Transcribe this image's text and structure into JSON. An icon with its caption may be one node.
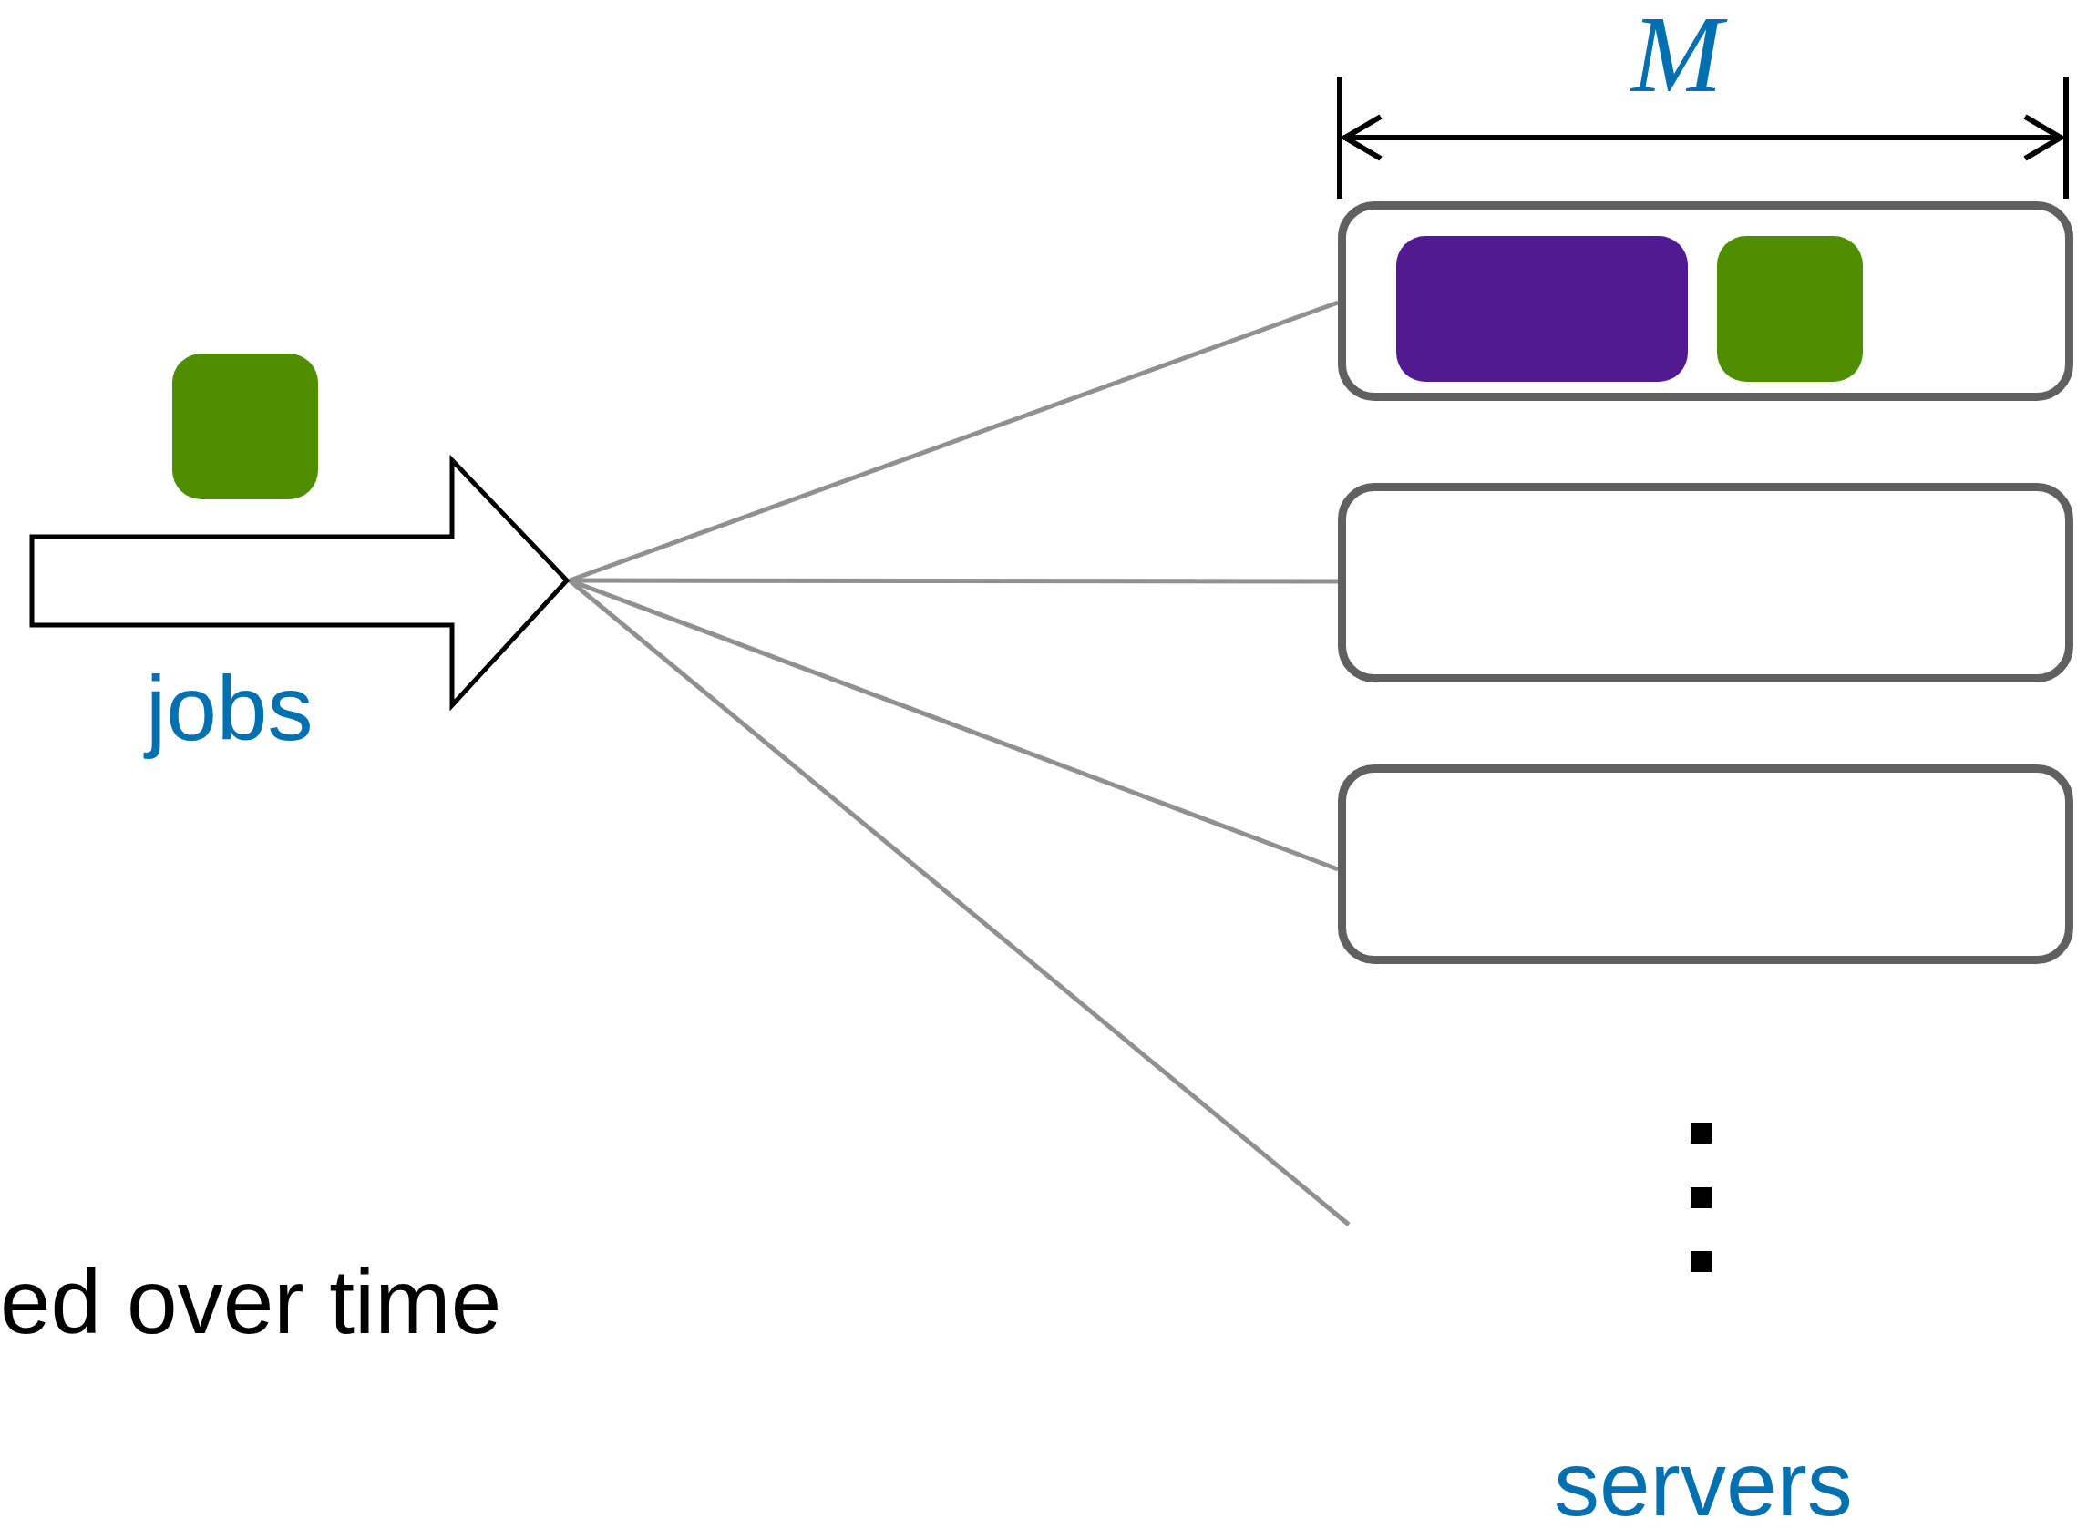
{
  "diagram": {
    "nodes": [
      {
        "text": [],
        "shape": "box"
      },
      {
        "text": [],
        "shape": "box",
        "in": 0
      },
      {
        "text": [],
        "shape": "box",
        "in": 0
      },
      {
        "text": [],
        "shape": "box"
      },
      {
        "text": [],
        "shape": "arrow",
        "beside": [
          "jobs"
        ]
      },
      {
        "text": [],
        "shape": "box"
      },
      {
        "text": [],
        "shape": "box"
      }
    ],
    "edges": [
      {
        "from": 4,
        "to": 0,
        "arrow": "none"
      },
      {
        "from": 4,
        "to": 5,
        "arrow": "none"
      },
      {
        "from": 4,
        "to": 6,
        "arrow": "none"
      },
      {
        "from": 4,
        "to": null,
        "arrow": "none"
      }
    ],
    "labels": [
      "M",
      "ed over time",
      "servers"
    ]
  }
}
